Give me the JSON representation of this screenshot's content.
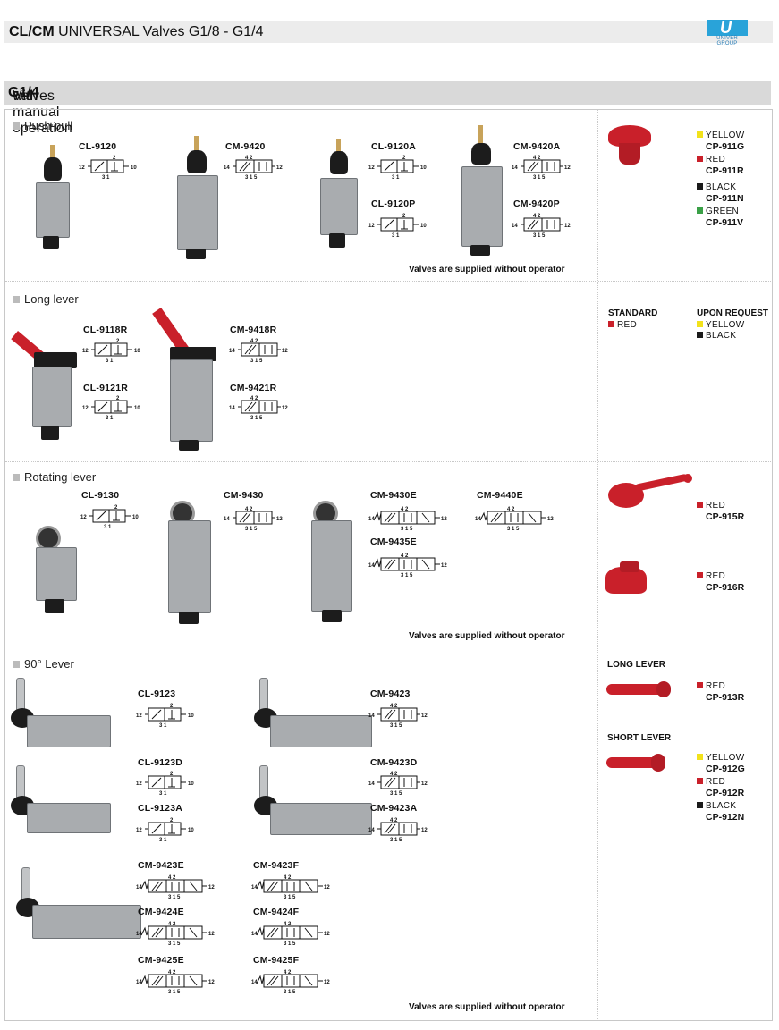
{
  "header": {
    "title_bold": "CL/CM",
    "title_rest": " UNIVERSAL Valves G1/8 - G1/4",
    "logo_text": "UNIVER GROUP",
    "logo_letter": "U"
  },
  "bar": {
    "prefix": "Valves ",
    "bold": "G1/4",
    "suffix": " with manual operation"
  },
  "sections": {
    "push_pull": {
      "title": "Push-pull",
      "codes": [
        "CL-9120",
        "CM-9420",
        "CL-9120A",
        "CM-9420A",
        "CL-9120P",
        "CM-9420P"
      ],
      "note": "Valves are supplied  without operator"
    },
    "long_lever": {
      "title": "Long lever",
      "codes": [
        "CL-9118R",
        "CM-9418R",
        "CL-9121R",
        "CM-9421R"
      ]
    },
    "rotating_lever": {
      "title": "Rotating lever",
      "codes": [
        "CL-9130",
        "CM-9430",
        "CM-9430E",
        "CM-9440E",
        "CM-9435E"
      ],
      "note": "Valves are supplied  without operator"
    },
    "lever90": {
      "title": "90° Lever",
      "codes": [
        "CL-9123",
        "CM-9423",
        "CL-9123D",
        "CM-9423D",
        "CL-9123A",
        "CM-9423A",
        "CM-9423E",
        "CM-9423F",
        "CM-9424E",
        "CM-9424F",
        "CM-9425E",
        "CM-9425F"
      ],
      "note": "Valves are supplied  without operator"
    }
  },
  "accessories": {
    "push_pull": [
      {
        "color_name": "YELLOW",
        "code": "CP-911G",
        "color": "#f2e21b"
      },
      {
        "color_name": "RED",
        "code": "CP-911R",
        "color": "#c9202a"
      },
      {
        "color_name": "BLACK",
        "code": "CP-911N",
        "color": "#1a1a1a"
      },
      {
        "color_name": "GREEN",
        "code": "CP-911V",
        "color": "#3aa047"
      }
    ],
    "long_lever": {
      "standard_title": "STANDARD",
      "standard": [
        {
          "color_name": "RED",
          "color": "#c9202a"
        }
      ],
      "request_title": "UPON REQUEST",
      "request": [
        {
          "color_name": "YELLOW",
          "color": "#f2e21b"
        },
        {
          "color_name": "BLACK",
          "color": "#1a1a1a"
        }
      ]
    },
    "rotating": [
      {
        "color_name": "RED",
        "code": "CP-915R",
        "color": "#c9202a"
      },
      {
        "color_name": "RED",
        "code": "CP-916R",
        "color": "#c9202a"
      }
    ],
    "lever90": {
      "long_title": "LONG LEVER",
      "long": [
        {
          "color_name": "RED",
          "code": "CP-913R",
          "color": "#c9202a"
        }
      ],
      "short_title": "SHORT LEVER",
      "short": [
        {
          "color_name": "YELLOW",
          "code": "CP-912G",
          "color": "#f2e21b"
        },
        {
          "color_name": "RED",
          "code": "CP-912R",
          "color": "#c9202a"
        },
        {
          "color_name": "BLACK",
          "code": "CP-912N",
          "color": "#1a1a1a"
        }
      ]
    }
  },
  "symbol_labels": {
    "three_way": {
      "left": "12",
      "right": "10",
      "ports": [
        "3",
        "1"
      ],
      "top": "2"
    },
    "five_way": {
      "left": "14",
      "right": "12",
      "ports": [
        "3",
        "1",
        "5"
      ],
      "top": [
        "4",
        "2"
      ]
    }
  },
  "colors": {
    "header_bg": "#ececec",
    "bar_bg": "#d9d9d9",
    "red": "#c9202a",
    "valve_body": "#a9acaf"
  }
}
